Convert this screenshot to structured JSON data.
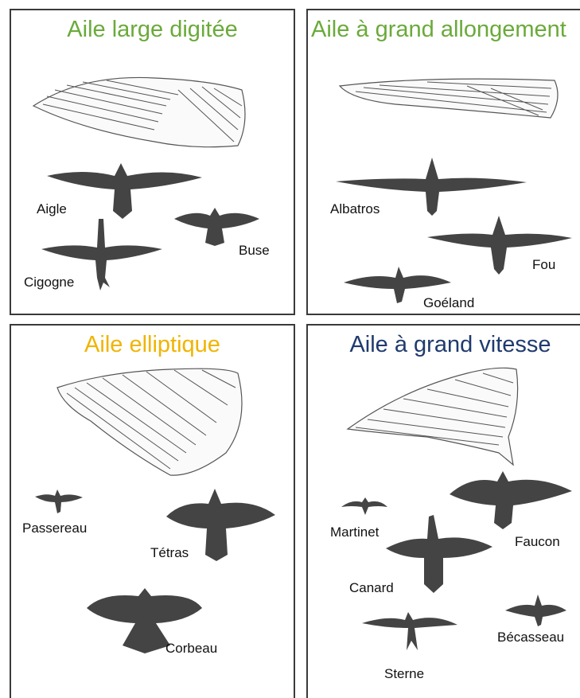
{
  "colors": {
    "green": "#6aaa3a",
    "orange": "#f0b400",
    "navy": "#1f3a6e",
    "silhouette": "#444444",
    "border": "#3a3a3a"
  },
  "panels": [
    {
      "title": "Aile large digitée",
      "labels": [
        "Aigle",
        "Buse",
        "Cigogne"
      ]
    },
    {
      "title": "Aile à grand allongement",
      "labels": [
        "Albatros",
        "Fou",
        "Goéland"
      ]
    },
    {
      "title": "Aile elliptique",
      "labels": [
        "Passereau",
        "Tétras",
        "Corbeau"
      ]
    },
    {
      "title": "Aile à grand vitesse",
      "labels": [
        "Martinet",
        "Faucon",
        "Canard",
        "Bécasseau",
        "Sterne"
      ]
    }
  ]
}
